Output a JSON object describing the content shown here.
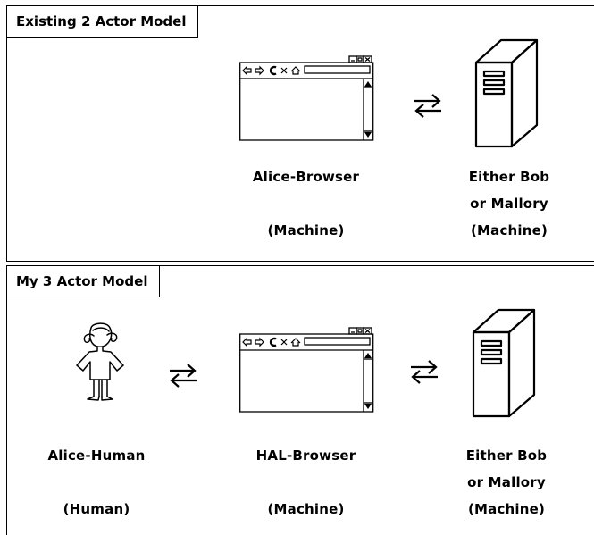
{
  "top_panel": {
    "title": "Existing 2 Actor Model",
    "browser": {
      "name": "Alice-Browser",
      "type": "(Machine)"
    },
    "server": {
      "name_line1": "Either Bob",
      "name_line2": "or Mallory",
      "type": "(Machine)"
    },
    "icons": [
      "browser-window-icon",
      "bidirectional-arrows-icon",
      "server-tower-icon"
    ]
  },
  "bottom_panel": {
    "title": "My 3 Actor Model",
    "human": {
      "name": "Alice-Human",
      "type": "(Human)"
    },
    "browser": {
      "name": "HAL-Browser",
      "type": "(Machine)"
    },
    "server": {
      "name_line1": "Either Bob",
      "name_line2": "or Mallory",
      "type": "(Machine)"
    },
    "icons": [
      "person-icon",
      "bidirectional-arrows-icon",
      "browser-window-icon",
      "bidirectional-arrows-icon",
      "server-tower-icon"
    ]
  }
}
